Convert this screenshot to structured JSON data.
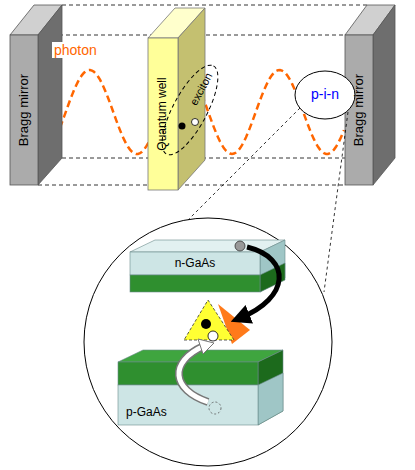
{
  "diagram": {
    "nodes": [
      {
        "text": [
          "Bragg mirror"
        ]
      },
      {
        "text": [
          "Quantum well"
        ]
      },
      {
        "text": [
          "exciton"
        ]
      },
      {
        "text": [
          "p-i-n"
        ]
      },
      {
        "text": [
          "Bragg mirror"
        ]
      },
      {
        "text": [
          "n-GaAs"
        ]
      },
      {
        "text": [
          "p-GaAs"
        ]
      }
    ],
    "labels": [
      "photon"
    ]
  }
}
